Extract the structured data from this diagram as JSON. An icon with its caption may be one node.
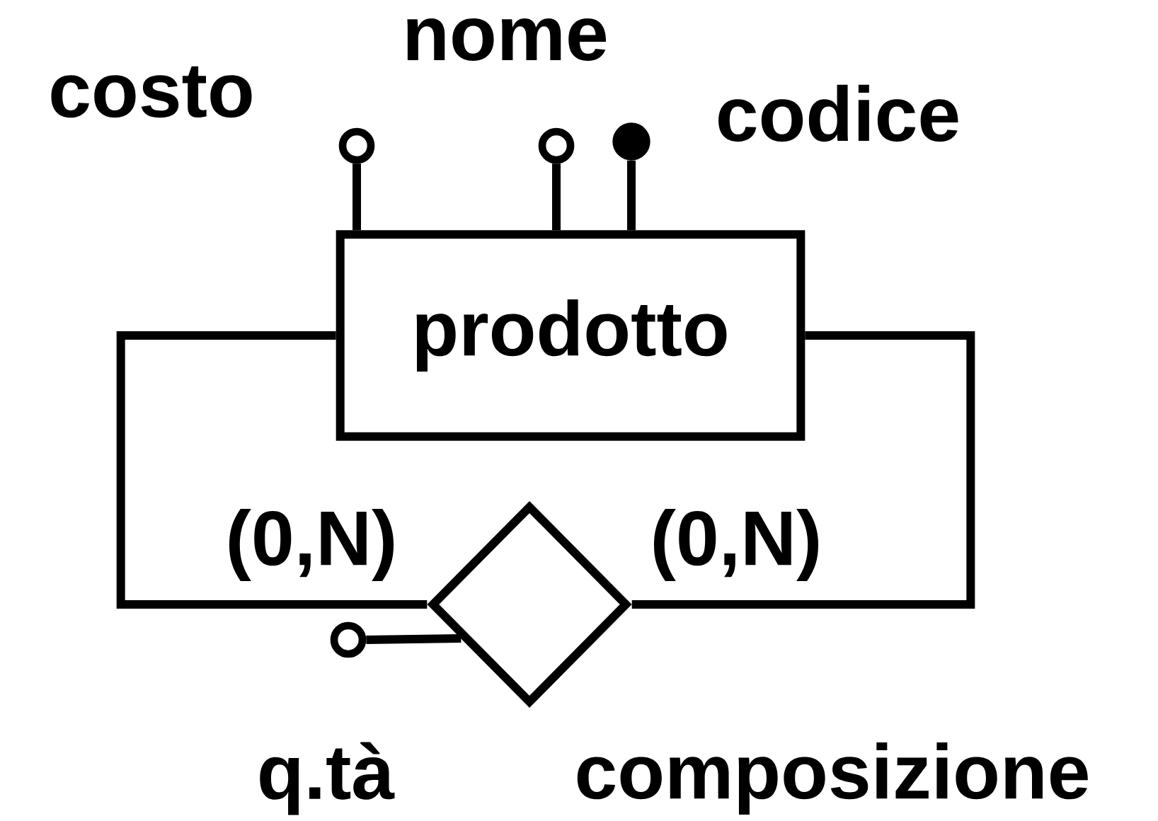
{
  "diagram": {
    "nodes": [
      {
        "text": [
          "prodotto"
        ]
      },
      {
        "text": [],
        "shape": "circle",
        "beside": [
          "costo"
        ]
      },
      {
        "text": [],
        "shape": "circle",
        "beside": [
          "nome"
        ]
      },
      {
        "text": [],
        "shape": "dot",
        "beside": [
          "codice"
        ]
      },
      {
        "text": [
          "composizione"
        ]
      },
      {
        "text": [],
        "shape": "circle",
        "beside": [
          "q.tà"
        ]
      }
    ],
    "edges": [
      {
        "from": 1,
        "to": 0,
        "arrow": "none"
      },
      {
        "from": 2,
        "to": 0,
        "arrow": "none"
      },
      {
        "from": 3,
        "to": 0,
        "arrow": "none"
      },
      {
        "from": 0,
        "to": 4,
        "arrow": "none",
        "label": "(0,N)"
      },
      {
        "from": 0,
        "to": 4,
        "arrow": "none",
        "label": "(0,N)"
      },
      {
        "from": 5,
        "to": 4,
        "arrow": "none"
      }
    ]
  }
}
